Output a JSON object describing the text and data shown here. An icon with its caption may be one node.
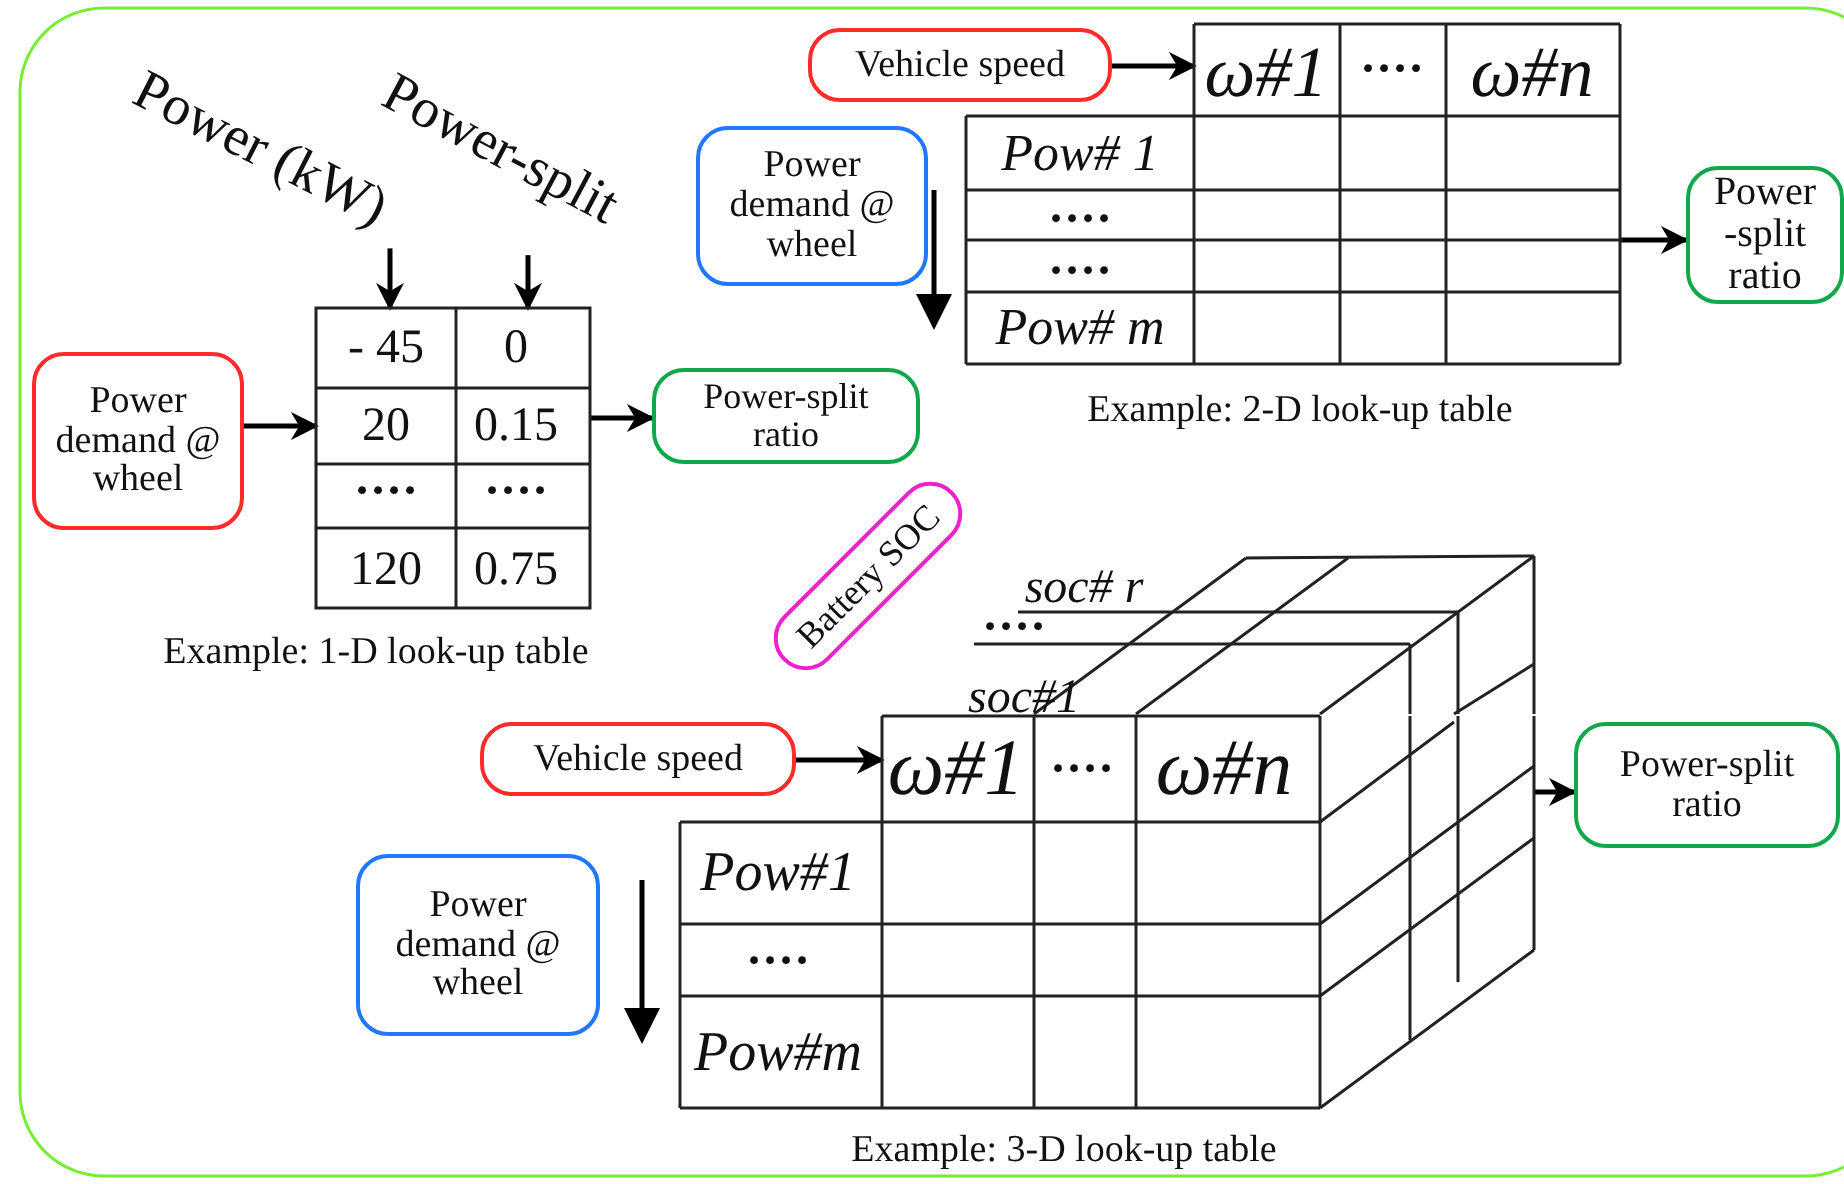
{
  "diagram": {
    "nodes": [
      {
        "text": [
          "Power demand @ wheel"
        ]
      },
      {
        "text": [],
        "shape": "box",
        "beside": [
          "Example: 1-D look-up table"
        ]
      },
      {
        "text": [
          "Power-split ratio"
        ]
      },
      {
        "text": [
          "Power (kW)"
        ]
      },
      {
        "text": [
          "Power-split"
        ]
      },
      {
        "text": [
          "Vehicle speed"
        ]
      },
      {
        "text": [
          "Power demand @ wheel"
        ]
      },
      {
        "text": [],
        "shape": "box",
        "beside": [
          "Example: 2-D look-up table"
        ]
      },
      {
        "text": [
          "Power -split ratio"
        ]
      },
      {
        "text": [
          "Battery SOC"
        ]
      },
      {
        "text": [
          "Vehicle speed"
        ]
      },
      {
        "text": [
          "Power demand @ wheel"
        ]
      },
      {
        "text": [],
        "shape": "box",
        "beside": [
          "Example: 3-D look-up table"
        ]
      },
      {
        "text": [
          "Power-split ratio"
        ]
      }
    ],
    "edges": [
      {
        "from": 0,
        "to": 1,
        "arrow": "to"
      },
      {
        "from": 1,
        "to": 2,
        "arrow": "to"
      },
      {
        "from": 3,
        "to": 1,
        "arrow": "to"
      },
      {
        "from": 4,
        "to": 1,
        "arrow": "to"
      },
      {
        "from": 5,
        "to": 7,
        "arrow": "to"
      },
      {
        "from": 7,
        "to": 8,
        "arrow": "to"
      },
      {
        "from": 10,
        "to": 12,
        "arrow": "to"
      },
      {
        "from": 12,
        "to": 13,
        "arrow": "to"
      }
    ],
    "labels": [
      "- 45",
      "0",
      "20",
      "0.15",
      "····",
      "····",
      "120",
      "0.75",
      "ω#1",
      "····",
      "ω#n",
      "Pow# 1",
      "····",
      "····",
      "Pow# m",
      "soc# r",
      "····",
      "soc#1",
      "ω#1",
      "····",
      "ω#n",
      "Pow#1",
      "····",
      "Pow#m"
    ]
  }
}
